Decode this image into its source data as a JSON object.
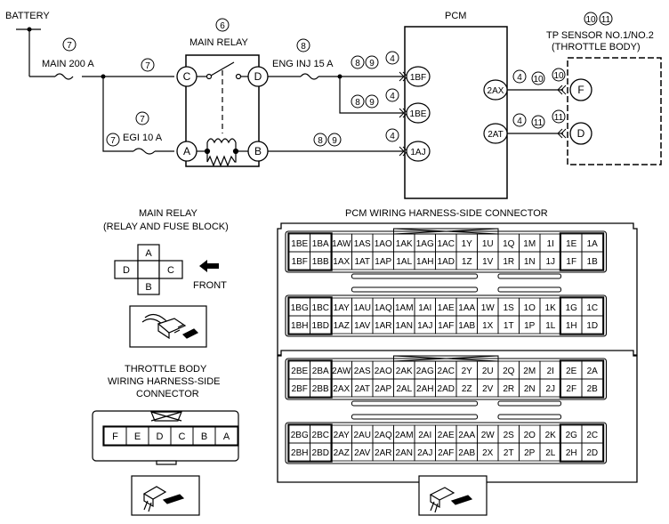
{
  "labels": {
    "battery": "BATTERY",
    "main_relay": "MAIN RELAY",
    "pcm": "PCM",
    "tp_sensor_line1": "TP SENSOR NO.1/NO.2",
    "tp_sensor_line2": "(THROTTLE BODY)",
    "main_fuse": "MAIN 200 A",
    "egi_fuse": "EGI 10 A",
    "eng_inj_fuse": "ENG INJ 15 A",
    "relay_view_line1": "MAIN RELAY",
    "relay_view_line2": "(RELAY AND FUSE BLOCK)",
    "front": "FRONT",
    "pcm_connector_title": "PCM WIRING HARNESS-SIDE CONNECTOR",
    "tb_conn_line1": "THROTTLE BODY",
    "tb_conn_line2": "WIRING HARNESS-SIDE",
    "tb_conn_line3": "CONNECTOR"
  },
  "circled_numbers": {
    "n4": "4",
    "n6": "6",
    "n7": "7",
    "n8": "8",
    "n9": "9",
    "n10": "10",
    "n11": "11"
  },
  "relay_terminals": {
    "C": "C",
    "D": "D",
    "A": "A",
    "B": "B"
  },
  "pcm_terminals": [
    "1BF",
    "1BE",
    "1AJ",
    "2AX",
    "2AT"
  ],
  "sensor_terminals": [
    "F",
    "D"
  ],
  "relay_layout_pins": {
    "top": "A",
    "left": "D",
    "right": "C",
    "bottom": "B"
  },
  "pcm_connector_1": {
    "row1": [
      "1BE",
      "1BA",
      "1AW",
      "1AS",
      "1AO",
      "1AK",
      "1AG",
      "1AC",
      "1Y",
      "1U",
      "1Q",
      "1M",
      "1I",
      "1E",
      "1A"
    ],
    "row2": [
      "1BF",
      "1BB",
      "1AX",
      "1AT",
      "1AP",
      "1AL",
      "1AH",
      "1AD",
      "1Z",
      "1V",
      "1R",
      "1N",
      "1J",
      "1F",
      "1B"
    ],
    "row3": [
      "1BG",
      "1BC",
      "1AY",
      "1AU",
      "1AQ",
      "1AM",
      "1AI",
      "1AE",
      "1AA",
      "1W",
      "1S",
      "1O",
      "1K",
      "1G",
      "1C"
    ],
    "row4": [
      "1BH",
      "1BD",
      "1AZ",
      "1AV",
      "1AR",
      "1AN",
      "1AJ",
      "1AF",
      "1AB",
      "1X",
      "1T",
      "1P",
      "1L",
      "1H",
      "1D"
    ]
  },
  "pcm_connector_2": {
    "row1": [
      "2BE",
      "2BA",
      "2AW",
      "2AS",
      "2AO",
      "2AK",
      "2AG",
      "2AC",
      "2Y",
      "2U",
      "2Q",
      "2M",
      "2I",
      "2E",
      "2A"
    ],
    "row2": [
      "2BF",
      "2BB",
      "2AX",
      "2AT",
      "2AP",
      "2AL",
      "2AH",
      "2AD",
      "2Z",
      "2V",
      "2R",
      "2N",
      "2J",
      "2F",
      "2B"
    ],
    "row3": [
      "2BG",
      "2BC",
      "2AY",
      "2AU",
      "2AQ",
      "2AM",
      "2AI",
      "2AE",
      "2AA",
      "2W",
      "2S",
      "2O",
      "2K",
      "2G",
      "2C"
    ],
    "row4": [
      "2BH",
      "2BD",
      "2AZ",
      "2AV",
      "2AR",
      "2AN",
      "2AJ",
      "2AF",
      "2AB",
      "2X",
      "2T",
      "2P",
      "2L",
      "2H",
      "2D"
    ]
  },
  "tb_connector_pins": [
    "F",
    "E",
    "D",
    "C",
    "B",
    "A"
  ]
}
